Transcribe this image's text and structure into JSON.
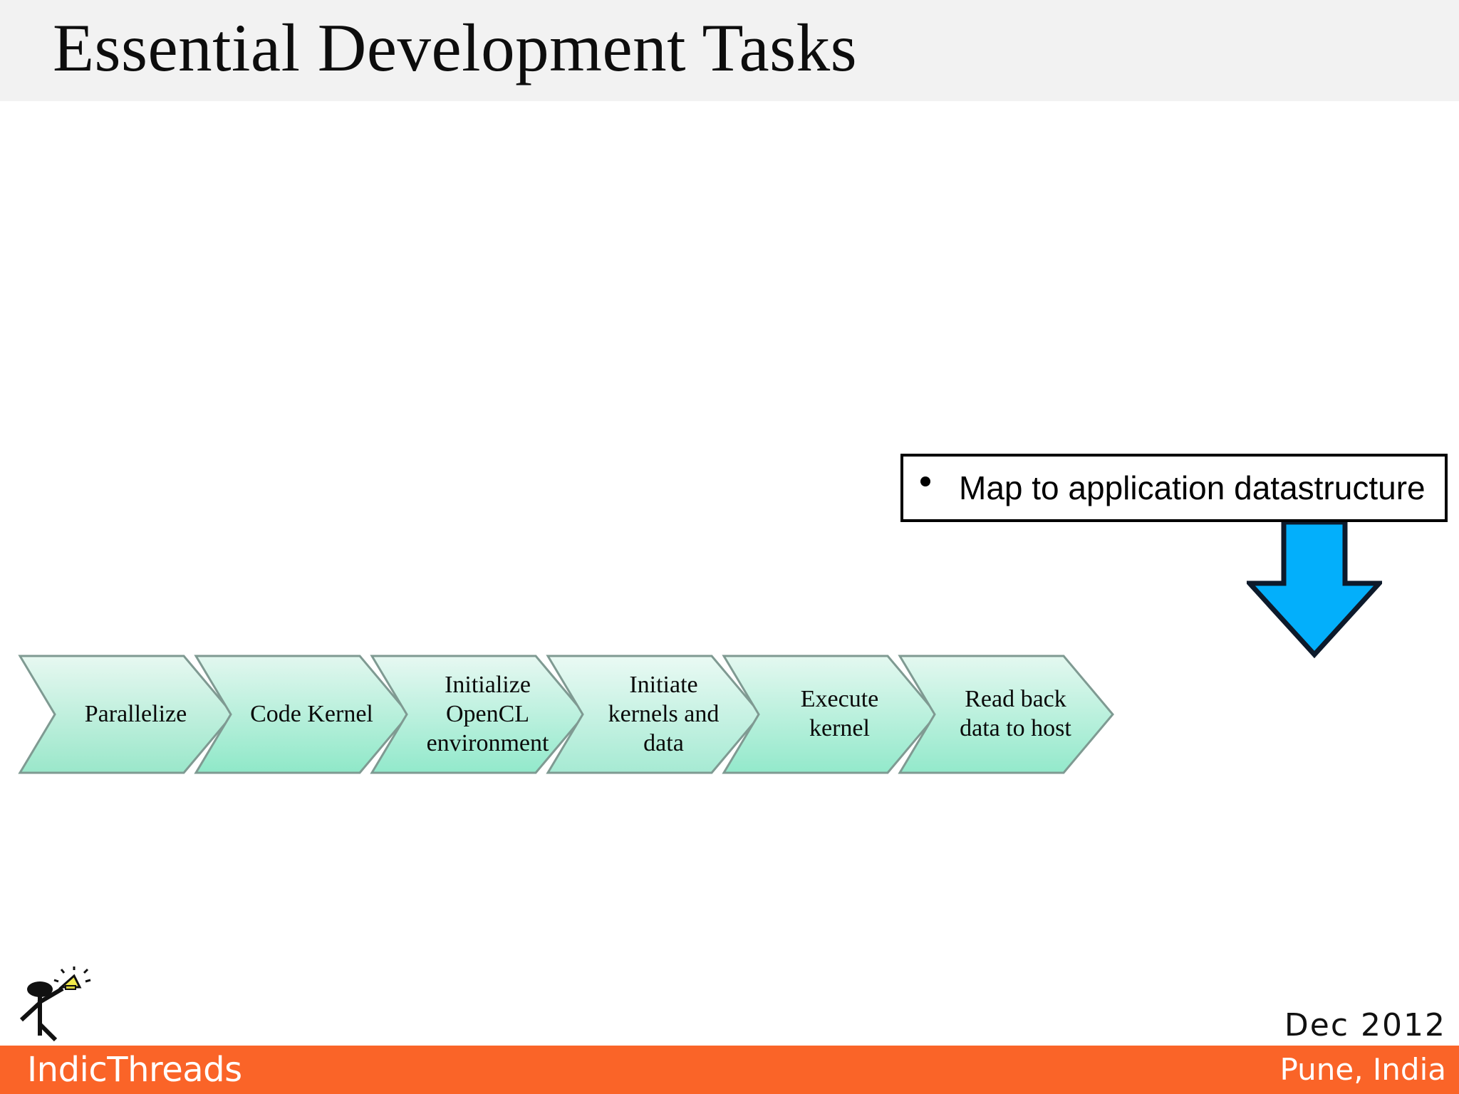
{
  "slide": {
    "title": "Essential Development Tasks",
    "title_band_color": "#f2f2f2"
  },
  "callout": {
    "bullet_glyph": "•",
    "text": "Map to application datastructure",
    "border_color": "#000000",
    "background": "#ffffff"
  },
  "arrow": {
    "name": "blue-down-arrow",
    "fill": "#03affb",
    "stroke": "#0d1a2b",
    "direction": "down"
  },
  "process": {
    "shape": "chevron",
    "gradient_top": "#e4f7ef",
    "gradient_bottom": "#98e6c9",
    "outline": "#7f9a92",
    "steps": [
      {
        "id": "parallelize",
        "lines": [
          "Parallelize"
        ]
      },
      {
        "id": "code-kernel",
        "lines": [
          "Code Kernel"
        ]
      },
      {
        "id": "initialize-opencl-environment",
        "lines": [
          "Initialize",
          "OpenCL",
          "environment"
        ]
      },
      {
        "id": "initiate-kernels-and-data",
        "lines": [
          "Initiate",
          "kernels and",
          "data"
        ]
      },
      {
        "id": "execute-kernel",
        "lines": [
          "Execute",
          "kernel"
        ]
      },
      {
        "id": "read-back-data-to-host",
        "lines": [
          "Read back",
          "data to host"
        ]
      }
    ]
  },
  "footer": {
    "brand": "IndicThreads",
    "date": "Dec 2012",
    "location": "Pune, India",
    "bar_color": "#fa6428",
    "text_color": "#ffffff",
    "date_color": "#111111",
    "mascot_icon": "stick-figure-with-lightbulb-icon",
    "bulb_color": "#f2ea4c"
  }
}
